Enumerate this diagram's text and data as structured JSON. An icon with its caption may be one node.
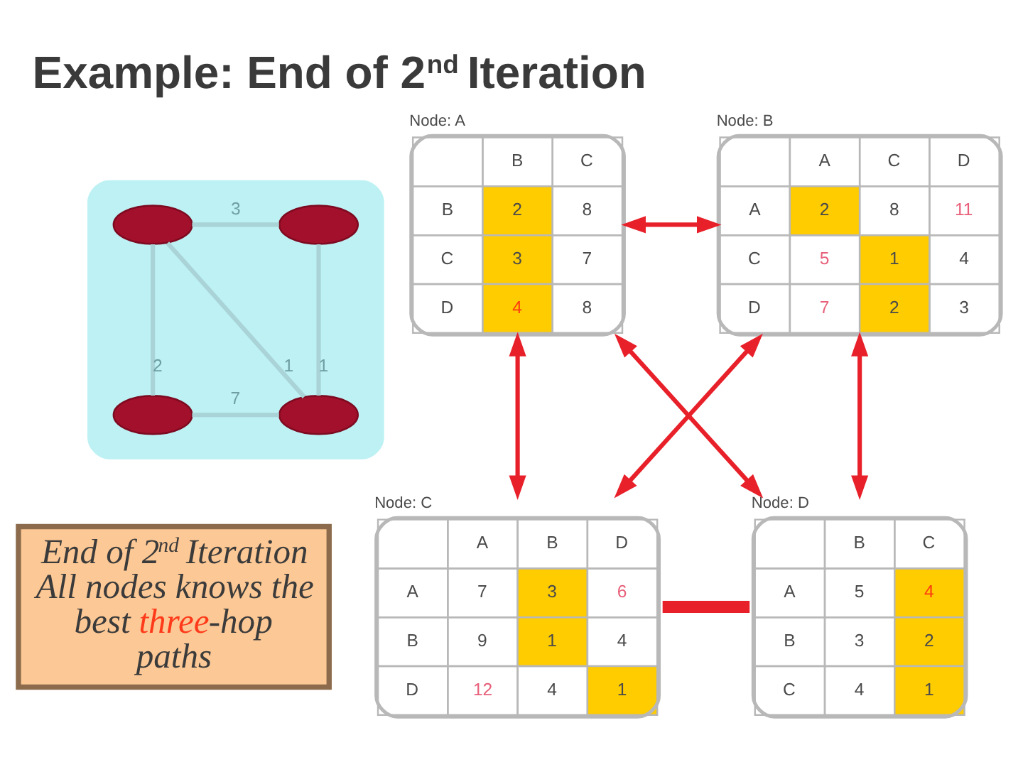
{
  "diagram": {
    "title": "Example: End of 2$^{nd}$ Iteration",
    "nodes": [
      {
        "text": [],
        "shape": "cloud"
      },
      {
        "text": [],
        "shape": "ellipse",
        "in": 0
      },
      {
        "text": [],
        "shape": "ellipse",
        "in": 0
      },
      {
        "text": [],
        "shape": "ellipse",
        "in": 0
      },
      {
        "text": [],
        "shape": "ellipse",
        "in": 0
      },
      {
        "text": [
          "Node: A",
          "B",
          "C",
          "B",
          "2",
          "8",
          "C",
          "3",
          "7",
          "D",
          "4",
          "8"
        ]
      },
      {
        "text": [
          "Node: B",
          "A",
          "C",
          "D",
          "A",
          "2",
          "8",
          "11",
          "C",
          "5",
          "1",
          "4",
          "D",
          "7",
          "2",
          "3"
        ]
      },
      {
        "text": [
          "Node: C",
          "A",
          "B",
          "D",
          "A",
          "7",
          "3",
          "6",
          "B",
          "9",
          "1",
          "4",
          "D",
          "12",
          "4",
          "1"
        ]
      },
      {
        "text": [
          "Node: D",
          "B",
          "C",
          "A",
          "5",
          "4",
          "B",
          "3",
          "2",
          "C",
          "4",
          "1"
        ]
      },
      {
        "text": [
          "End of 2$^{nd}$ Iteration",
          "All nodes knows the best three-hop paths"
        ]
      }
    ],
    "edges": [
      {
        "from": 1,
        "to": 3,
        "label": "2",
        "arrow": "none",
        "color": "#a9d3d6"
      },
      {
        "from": 1,
        "to": 2,
        "label": "3",
        "arrow": "none",
        "color": "#a9d3d6"
      },
      {
        "from": 1,
        "to": 4,
        "label": "1",
        "arrow": "none",
        "color": "#a9d3d6"
      },
      {
        "from": 2,
        "to": 4,
        "label": "1",
        "arrow": "none",
        "color": "#a9d3d6"
      },
      {
        "from": 3,
        "to": 4,
        "label": "7",
        "arrow": "none",
        "color": "#a9d3d6"
      },
      {
        "from": 5,
        "to": 6,
        "arrow": "both"
      },
      {
        "from": 5,
        "to": 7,
        "arrow": "both"
      },
      {
        "from": 6,
        "to": 8,
        "arrow": "both"
      },
      {
        "from": 5,
        "to": 8,
        "arrow": "both"
      },
      {
        "from": 6,
        "to": 7,
        "arrow": "both"
      },
      {
        "from": 7,
        "to": 8,
        "arrow": "none",
        "style": "thick"
      }
    ]
  }
}
